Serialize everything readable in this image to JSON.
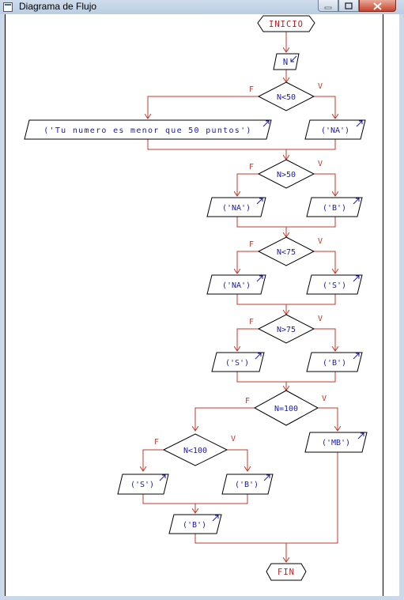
{
  "window": {
    "title": "Diagrama de Flujo"
  },
  "flowchart": {
    "start": "INICIO",
    "end": "FIN",
    "input": "N",
    "true_label": "V",
    "false_label": "F",
    "decisions": {
      "d1": "N<50",
      "d2": "N>50",
      "d3": "N<75",
      "d4": "N>75",
      "d5": "N=100",
      "d6": "N<100"
    },
    "outputs": {
      "o1": "('Tu numero es menor que 50 puntos')",
      "o2": "('NA')",
      "o3": "('NA')",
      "o4": "('B')",
      "o5": "('NA')",
      "o6": "('S')",
      "o7": "('S')",
      "o8": "('B')",
      "o9": "('MB')",
      "o10": "('S')",
      "o11": "('B')",
      "o12": "('B')"
    }
  },
  "colors": {
    "connector": "#c0392b",
    "output_text": "#1a1aa8",
    "terminal_text": "#b22222",
    "shape_stroke": "#000000"
  }
}
